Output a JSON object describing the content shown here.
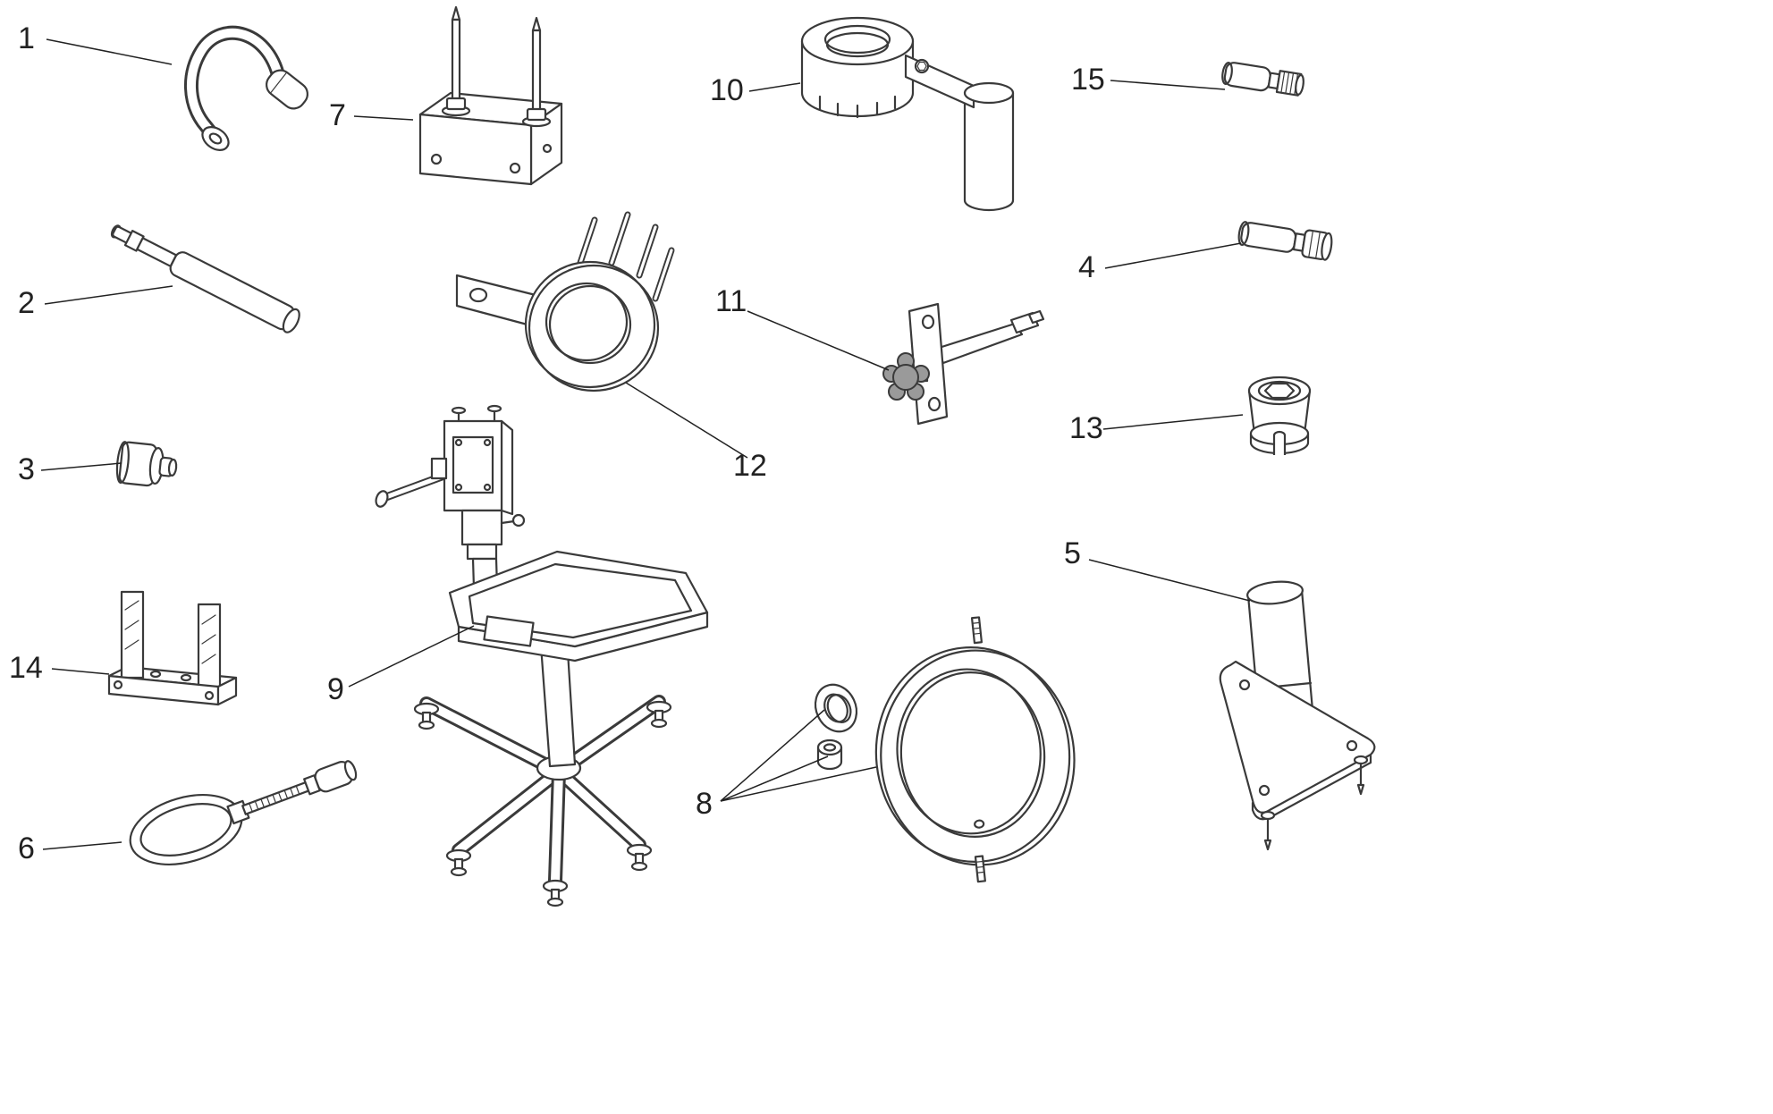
{
  "page": {
    "colors": {
      "background": "#ffffff",
      "ink": "#3a3a3a",
      "label": "#222222",
      "knob": "#9a9a9a"
    }
  },
  "diagram": {
    "callouts": [
      {
        "label": "1",
        "name": "hook-spanner"
      },
      {
        "label": "2",
        "name": "knurled-drift-punch"
      },
      {
        "label": "3",
        "name": "knurled-bushing"
      },
      {
        "label": "4",
        "name": "knurled-pin-collar-tool"
      },
      {
        "label": "5",
        "name": "triangular-base-support"
      },
      {
        "label": "6",
        "name": "oval-loop-threaded-tool"
      },
      {
        "label": "7",
        "name": "bracket-with-two-pins"
      },
      {
        "label": "8",
        "name": "ring-washer-bushing-set"
      },
      {
        "label": "9",
        "name": "service-stand-with-tray"
      },
      {
        "label": "10",
        "name": "cylinder-holder-with-handle"
      },
      {
        "label": "11",
        "name": "bracket-with-star-knob"
      },
      {
        "label": "12",
        "name": "pin-ring-wrench"
      },
      {
        "label": "13",
        "name": "slotted-socket"
      },
      {
        "label": "14",
        "name": "fork-gauge-plates"
      },
      {
        "label": "15",
        "name": "knurled-threaded-pin"
      }
    ]
  }
}
